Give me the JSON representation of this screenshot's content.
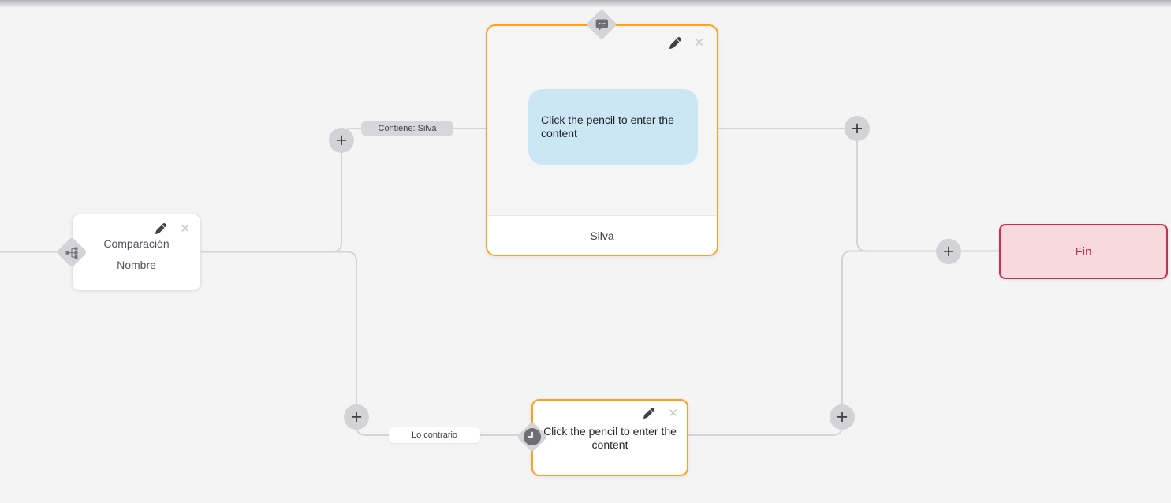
{
  "canvas": {
    "background": "#f4f4f5",
    "connector_color": "#d4d4d8",
    "accent_orange": "#ffa11d",
    "end_red": "#cf2e4a",
    "end_background": "#f7d9de",
    "bubble_blue": "#cbe7f5",
    "port_gray": "#d4d4d8"
  },
  "icons": {
    "plus": "+",
    "close": "✕",
    "pencil": "edit-pencil",
    "chat": "chat-bubble",
    "clock": "clock",
    "branch": "sitemap-branch"
  },
  "edge_labels": {
    "contains": "Contiene: Silva",
    "otherwise": "Lo contrario"
  },
  "nodes": {
    "comparison": {
      "line1": "Comparación",
      "line2": "Nombre"
    },
    "message": {
      "bubble_text": "Click the pencil to enter the content",
      "footer_label": "Silva"
    },
    "wait": {
      "placeholder_text": "Click the pencil to enter the content"
    },
    "end": {
      "label": "Fin"
    }
  }
}
